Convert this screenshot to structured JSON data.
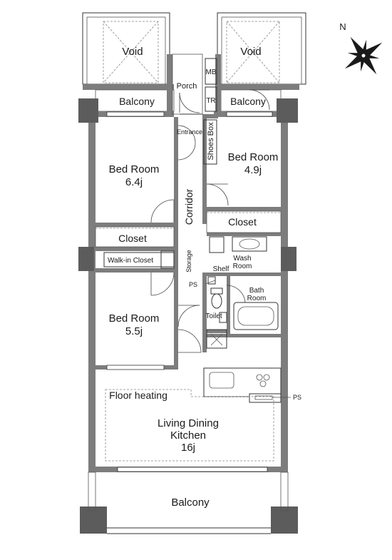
{
  "rooms": {
    "void_left": "Void",
    "void_right": "Void",
    "balcony_top_left": "Balcony",
    "balcony_top_right": "Balcony",
    "porch": "Porch",
    "mb": "MB",
    "tr": "TR",
    "entrance": "Entrance",
    "shoes_box": "Shoes Box",
    "bedroom1": {
      "name": "Bed Room",
      "size": "6.4j"
    },
    "bedroom2": {
      "name": "Bed Room",
      "size": "4.9j"
    },
    "bedroom3": {
      "name": "Bed Room",
      "size": "5.5j"
    },
    "corridor": "Corridor",
    "closet_left": "Closet",
    "closet_right": "Closet",
    "walkin_closet": "Walk-in Closet",
    "storage": "Storage",
    "wash_room": {
      "line1": "Wash",
      "line2": "Room"
    },
    "shelf": "Shelf",
    "ps_upper": "PS",
    "ps_lower": "PS",
    "bath_room": {
      "line1": "Bath",
      "line2": "Room"
    },
    "toilet": "Toilet",
    "floor_heating": "Floor heating",
    "ldk": {
      "line1": "Living Dining",
      "line2": "Kitchen",
      "size": "16j"
    },
    "balcony_bottom": "Balcony"
  },
  "compass": {
    "label": "N",
    "icon": "compass-rose-icon"
  },
  "colors": {
    "wall": "#7d7d7d",
    "pillar": "#5c5c5c",
    "line": "#333333"
  }
}
